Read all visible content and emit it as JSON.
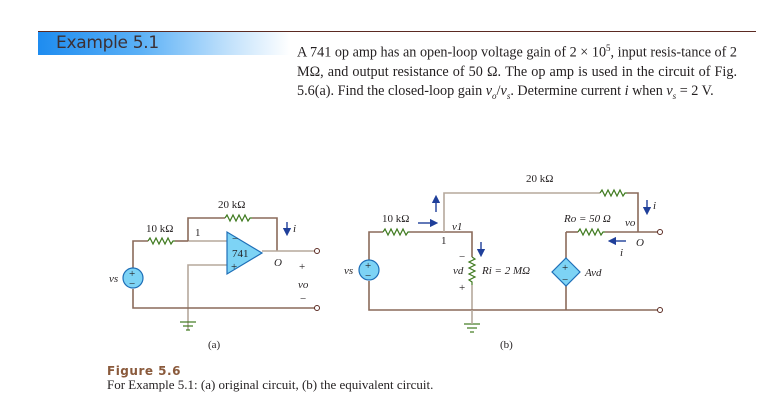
{
  "example": {
    "title": "Example 5.1"
  },
  "problem": {
    "part1": "A 741 op amp has an open-loop voltage gain of 2 × 10",
    "exp": "5",
    "part2": ", input resis-tance of 2 MΩ, and output resistance of 50 Ω. The op amp is used in the circuit of Fig. 5.6(a). Find the closed-loop gain ",
    "vo": "v",
    "vo_sub": "o",
    "slash": "/",
    "vs": "v",
    "vs_sub": "s",
    "part3": ". Determine current ",
    "i": "i",
    "part4": " when ",
    "part5": " = 2 V."
  },
  "figure": {
    "label": "Figure 5.6",
    "caption": "For Example 5.1: (a) original circuit, (b) the equivalent circuit."
  },
  "circuit_a": {
    "sublabel": "(a)",
    "r_in": "10 kΩ",
    "r_f": "20 kΩ",
    "node1": "1",
    "opamp": "741",
    "opamp_minus": "−",
    "opamp_plus": "+",
    "node_out": "O",
    "current": "i",
    "source": "vs",
    "vo": "vo",
    "plus": "+",
    "minus": "−"
  },
  "circuit_b": {
    "sublabel": "(b)",
    "r_in": "10 kΩ",
    "r_f": "20 kΩ",
    "node1": "1",
    "v1": "v1",
    "ri": "Ri = 2 MΩ",
    "ro": "Ro = 50 Ω",
    "vd": "vd",
    "dep_source": "Avd",
    "node_out": "O",
    "vo": "vo",
    "current": "i",
    "source": "vs",
    "plus": "+",
    "minus": "−"
  },
  "colors": {
    "wire": "#b5a89c",
    "wire_dark": "#5b2a22",
    "resistor": "#3f7a1f",
    "arrow": "#1f3f9a",
    "component_fill": "#7dd3f5",
    "component_stroke": "#1e6fb8"
  }
}
